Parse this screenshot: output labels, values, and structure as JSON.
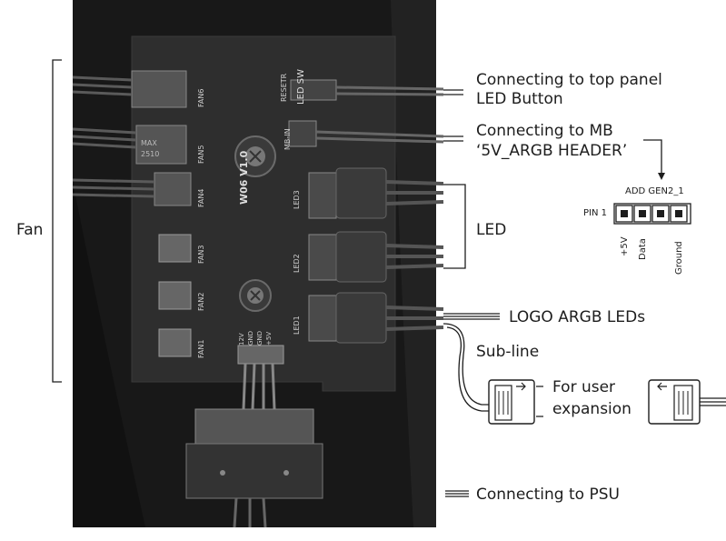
{
  "labels": {
    "fan": "Fan",
    "top_panel_line1": "Connecting to top panel",
    "top_panel_line2": "LED Button",
    "mb_line1": "Connecting to MB",
    "mb_line2": "‘5V_ARGB HEADER’",
    "led": "LED",
    "logo": "LOGO ARGB LEDs",
    "subline": "Sub-line",
    "user_line1": "For user",
    "user_line2": "expansion",
    "psu": "Connecting to PSU"
  },
  "header": {
    "title": "ADD GEN2_1",
    "pin1": "PIN 1",
    "pins": [
      "+5V",
      "Data",
      "",
      "Ground"
    ]
  },
  "board": {
    "model": "W06 V1.0",
    "fans": [
      "FAN6",
      "FAN5",
      "FAN4",
      "FAN3",
      "FAN2",
      "FAN1"
    ],
    "leds": [
      "LED3",
      "LED2",
      "LED1"
    ],
    "reset": "RESETR",
    "led_sw": "LED SW",
    "mb_in": "MB-IN",
    "fan_label": "MAX 2510",
    "power_pins": [
      "12V",
      "GND",
      "GND",
      "+5V"
    ]
  },
  "colors": {
    "board": "#2c2c2c",
    "photo_bg": "#1a1a1a",
    "connector": "#3d3d3d",
    "cable": "#4a4a4a",
    "lines": "#1d1d1d"
  }
}
